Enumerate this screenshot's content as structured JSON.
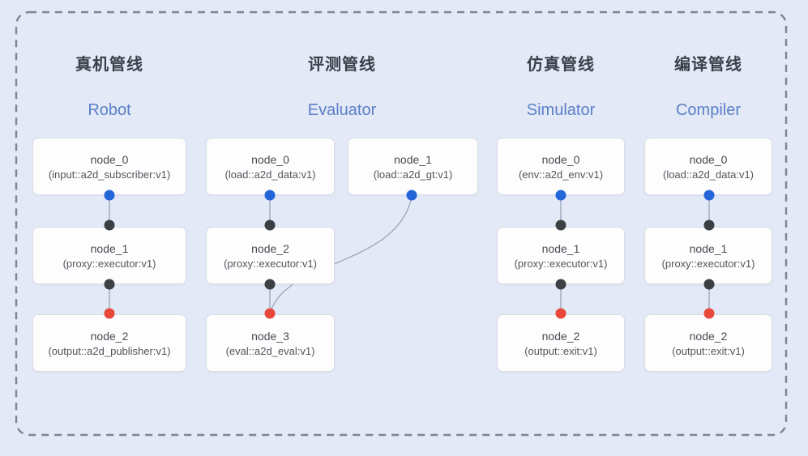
{
  "diagram": {
    "pipelines": [
      {
        "id": "robot",
        "title_cn": "真机管线",
        "title_en": "Robot",
        "nodes": [
          {
            "name": "node_0",
            "impl": "(input::a2d_subscriber:v1)"
          },
          {
            "name": "node_1",
            "impl": "(proxy::executor:v1)"
          },
          {
            "name": "node_2",
            "impl": "(output::a2d_publisher:v1)"
          }
        ]
      },
      {
        "id": "evaluator",
        "title_cn": "评测管线",
        "title_en": "Evaluator",
        "nodes": [
          {
            "name": "node_0",
            "impl": "(load::a2d_data:v1)"
          },
          {
            "name": "node_1",
            "impl": "(load::a2d_gt:v1)"
          },
          {
            "name": "node_2",
            "impl": "(proxy::executor:v1)"
          },
          {
            "name": "node_3",
            "impl": "(eval::a2d_eval:v1)"
          }
        ]
      },
      {
        "id": "simulator",
        "title_cn": "仿真管线",
        "title_en": "Simulator",
        "nodes": [
          {
            "name": "node_0",
            "impl": "(env::a2d_env:v1)"
          },
          {
            "name": "node_1",
            "impl": "(proxy::executor:v1)"
          },
          {
            "name": "node_2",
            "impl": "(output::exit:v1)"
          }
        ]
      },
      {
        "id": "compiler",
        "title_cn": "编译管线",
        "title_en": "Compiler",
        "nodes": [
          {
            "name": "node_0",
            "impl": "(load::a2d_data:v1)"
          },
          {
            "name": "node_1",
            "impl": "(proxy::executor:v1)"
          },
          {
            "name": "node_2",
            "impl": "(output::exit:v1)"
          }
        ]
      }
    ],
    "colors": {
      "background": "#e3e9f6",
      "frame_dash": "#7d8494",
      "node_border": "#d9dde6",
      "subtitle_blue": "#5b7fc9",
      "edge_gray": "#96a0b3",
      "output_port_blue": "#2465d8",
      "input_port_dark": "#3d4043",
      "input_port_red": "#e8473a"
    }
  }
}
